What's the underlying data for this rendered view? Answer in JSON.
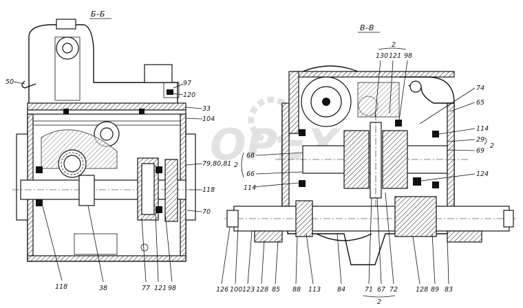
{
  "sections": {
    "left_title": "Б–Б",
    "right_title": "В–В"
  },
  "callouts_left": {
    "c50": "50",
    "c97": "97",
    "c120": "120",
    "c33": "33",
    "c104": "104",
    "c79": "79,80,81",
    "c118r": "118",
    "c70": "70",
    "c118b": "118",
    "c38": "38",
    "c77": "77",
    "c121": "121",
    "c98": "98"
  },
  "callouts_right": {
    "top_group": "2",
    "c130": "130",
    "c121": "121",
    "c98": "98",
    "c74": "74",
    "c65": "65",
    "c114r": "114",
    "c29": "29",
    "c69": "69",
    "group_right": "2",
    "c124": "124",
    "c68": "68",
    "c66": "66",
    "group_left": "2",
    "c114l": "114",
    "b126": "126",
    "b100": "100",
    "b123": "123",
    "b128a": "128",
    "b85": "85",
    "b88": "88",
    "b113": "113",
    "b84": "84",
    "b71": "71",
    "b67": "67",
    "b72": "72",
    "b128b": "128",
    "b89": "89",
    "b83": "83",
    "bottom_group": "2"
  },
  "watermark": "OPEX"
}
